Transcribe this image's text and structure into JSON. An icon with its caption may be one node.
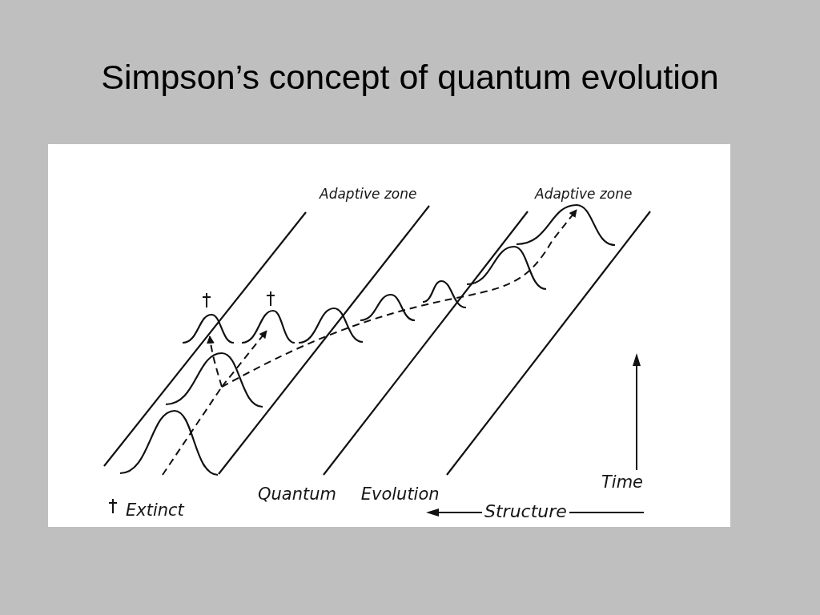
{
  "diagram": {
    "title": "Simpson’s concept of quantum evolution",
    "labels": [
      "Adaptive zone",
      "Adaptive zone",
      "Time",
      "Quantum Evolution",
      "Structure"
    ],
    "legend": [
      {
        "text": "Extinct"
      }
    ]
  }
}
